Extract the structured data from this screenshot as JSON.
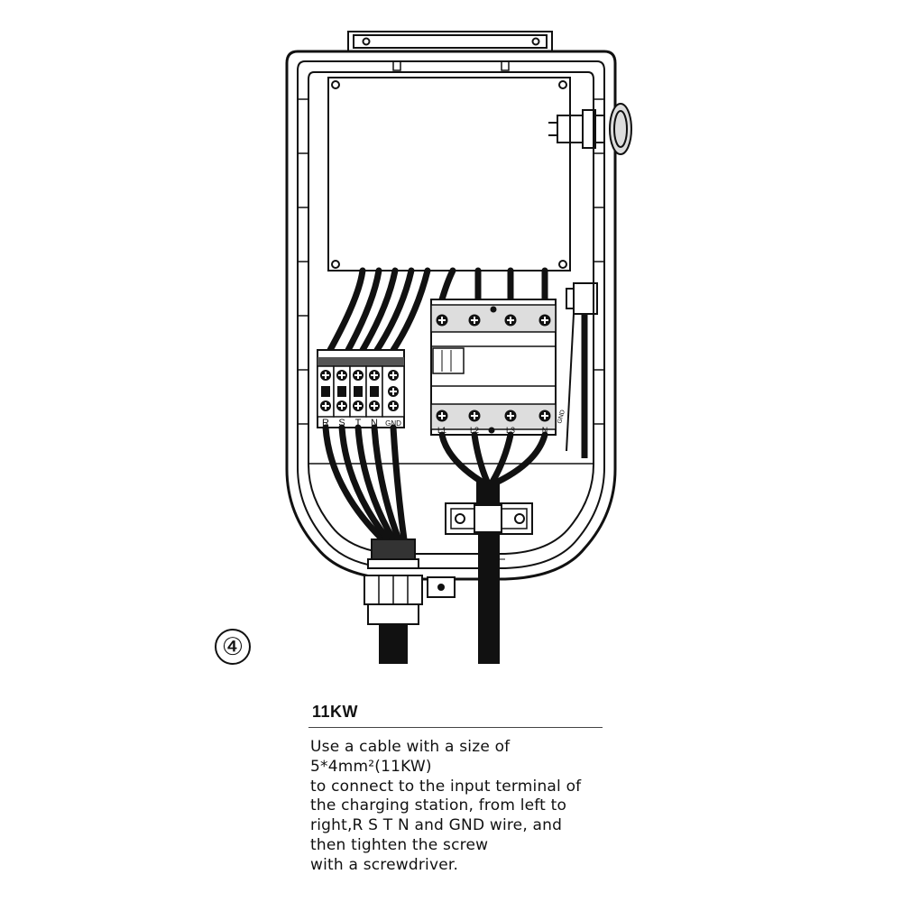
{
  "diagram": {
    "terminal_labels": [
      "R",
      "S",
      "T",
      "N",
      "GND"
    ],
    "contactor_labels": [
      "L1",
      "L2",
      "L3",
      "N"
    ],
    "ground_tag": "GND",
    "step_number": "④"
  },
  "caption": {
    "title": "11KW",
    "lines": [
      "Use a cable with a size of",
      "5*4mm²(11KW)",
      "to connect to the input terminal of",
      "the charging station, from left to",
      "right,R S T N and GND wire, and",
      "then tighten the screw",
      "with a screwdriver."
    ]
  }
}
